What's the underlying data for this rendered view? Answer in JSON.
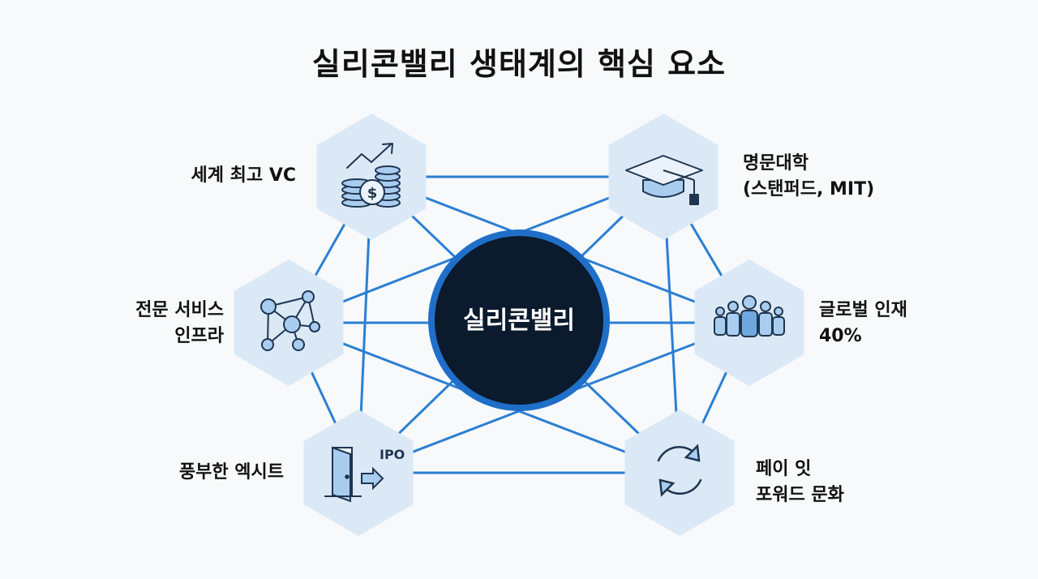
{
  "title": "실리콘밸리 생태계의 핵심 요소",
  "center": {
    "label": "실리콘밸리"
  },
  "nodes": [
    {
      "id": "vc",
      "icon": "money-growth-icon",
      "lines": [
        "세계 최고 VC"
      ]
    },
    {
      "id": "university",
      "icon": "graduation-cap-icon",
      "lines": [
        "명문대학",
        "(스탠퍼드, MIT)"
      ]
    },
    {
      "id": "services",
      "icon": "network-icon",
      "lines": [
        "전문 서비스",
        "인프라"
      ]
    },
    {
      "id": "talent",
      "icon": "people-group-icon",
      "lines": [
        "글로벌 인재",
        "40%"
      ]
    },
    {
      "id": "exit",
      "icon": "door-exit-icon",
      "icon_text": "IPO",
      "lines": [
        "풍부한 엑시트"
      ]
    },
    {
      "id": "payitforward",
      "icon": "cycle-arrows-icon",
      "lines": [
        "페이 잇",
        "포워드 문화"
      ]
    }
  ],
  "colors": {
    "background": "#f8f9fb",
    "hexagon": "#dbe9f7",
    "line": "#2b7fd4",
    "center_fill": "#0b1a2c",
    "center_ring": "#1f6fc8",
    "icon_stroke": "#1f3550",
    "icon_fill": "#a9cdef"
  }
}
